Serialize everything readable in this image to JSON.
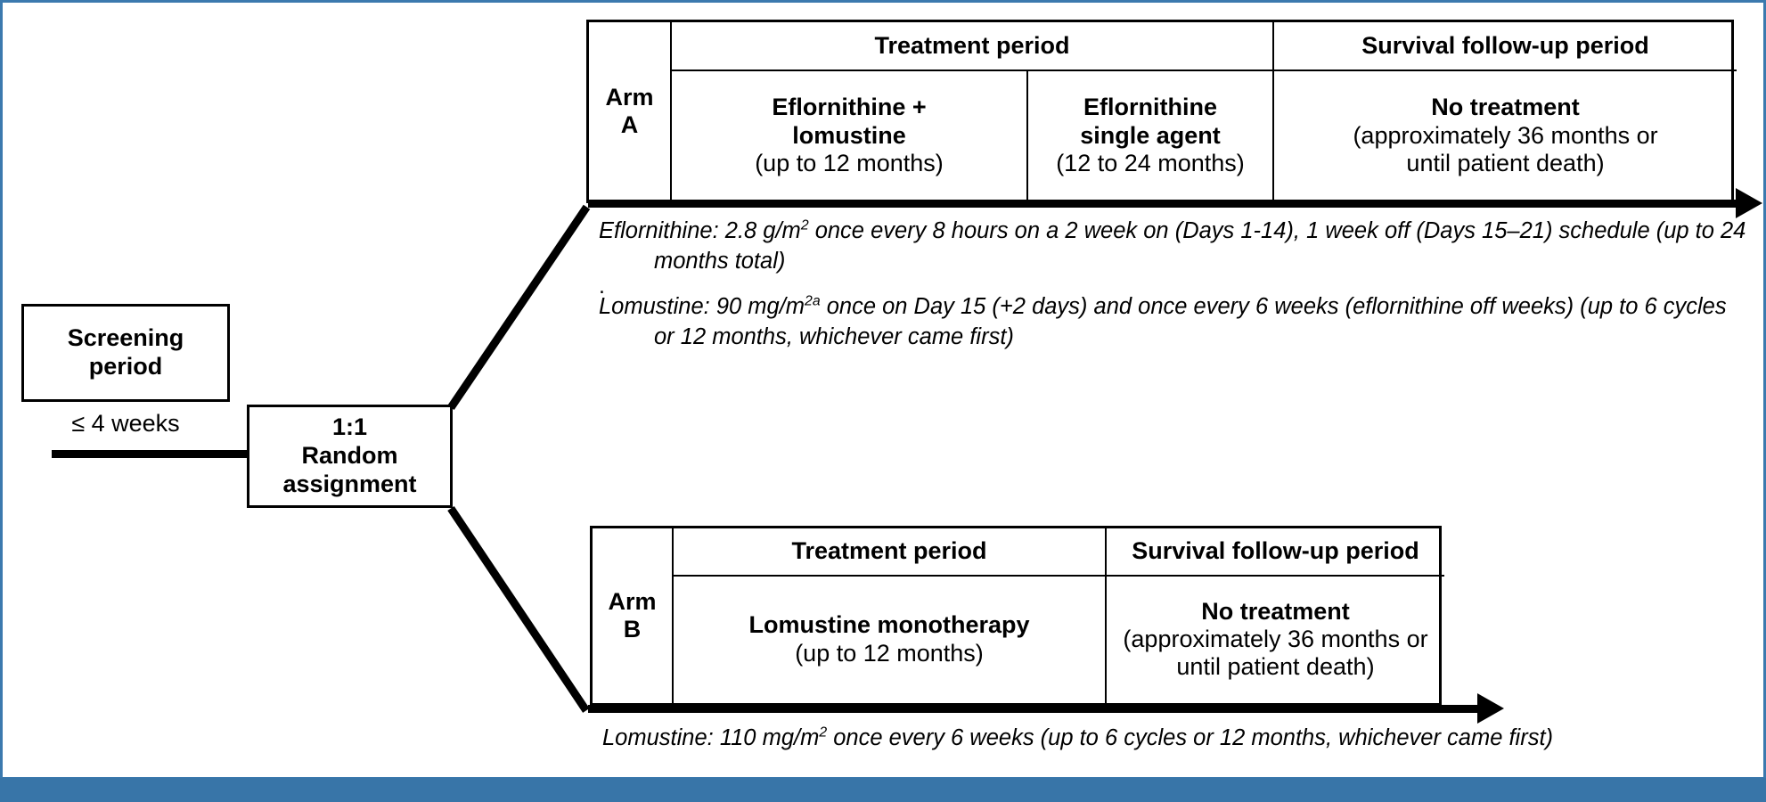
{
  "colors": {
    "frame_blue": "#3b79ae",
    "bottom_bar_blue": "#3875a8",
    "line_black": "#000000"
  },
  "left_flow": {
    "screening_box": {
      "line1": "Screening",
      "line2": "period"
    },
    "duration_label": "≤ 4 weeks",
    "randomization_box": {
      "line1": "1:1",
      "line2": "Random",
      "line3": "assignment"
    }
  },
  "arm_a": {
    "arm_label_line1": "Arm",
    "arm_label_line2": "A",
    "headers": [
      "Treatment period",
      "Survival follow-up period"
    ],
    "cells": [
      {
        "title_line1": "Eflornithine +",
        "title_line2": "lomustine",
        "subtitle": "(up to 12 months)"
      },
      {
        "title_line1": "Eflornithine",
        "title_line2": "single agent",
        "subtitle": "(12 to 24 months)"
      },
      {
        "title_line1": "No treatment",
        "subtitle_line1": "(approximately 36 months or",
        "subtitle_line2": "until patient death)"
      }
    ],
    "notes": [
      {
        "drug": "Eflornithine:",
        "text_before_sup": " 2.8 g/m",
        "sup": "2",
        "text_after_sup": " once every 8 hours on a 2 week on (Days 1-14), 1 week off (Days 15–21) schedule  (up to 24",
        "continuation": "months total)"
      },
      {
        "drug": "Lomustine:",
        "text_before_sup": " 90 mg/m",
        "sup": "2a",
        "text_after_sup": " once on Day 15 (+2 days) and once every 6 weeks (eflornithine off weeks)  (up to 6 cycles",
        "continuation": "or 12 months, whichever came first)"
      }
    ],
    "stray_mark": "."
  },
  "arm_b": {
    "arm_label_line1": "Arm",
    "arm_label_line2": "B",
    "headers": [
      "Treatment period",
      "Survival follow-up period"
    ],
    "cells": [
      {
        "title_line1": "Lomustine monotherapy",
        "subtitle": "(up to 12 months)"
      },
      {
        "title_line1": "No treatment",
        "subtitle_line1": "(approximately 36 months or",
        "subtitle_line2": "until patient death)"
      }
    ],
    "notes": [
      {
        "drug": "Lomustine:",
        "text_before_sup": " 110 mg/m",
        "sup": "2",
        "text_after_sup": " once every 6 weeks  (up to 6 cycles or 12 months, whichever came first)"
      }
    ]
  }
}
